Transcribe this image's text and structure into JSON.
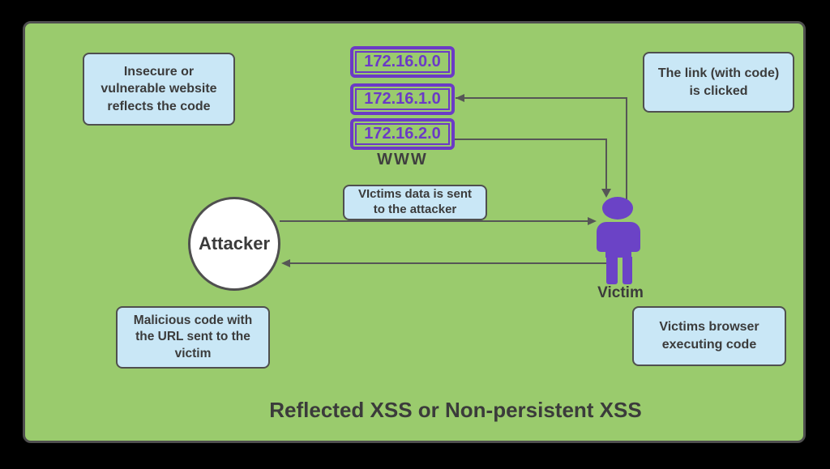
{
  "diagram": {
    "title": "Reflected XSS or Non-persistent XSS",
    "colors": {
      "background": "#000000",
      "panel_green": "#9acb6d",
      "note_blue": "#c9e7f6",
      "accent_purple": "#6b3ac6",
      "border_gray": "#4f4f4f",
      "connector_gray": "#565656",
      "text_dark": "#3b3b3b"
    },
    "notes": {
      "insecure": "Insecure or vulnerable website reflects the code",
      "link_clicked": "The link (with code) is clicked",
      "victims_data": "VIctims data is sent to the attacker",
      "malicious": "Malicious code with the URL sent to the victim",
      "browser": "Victims browser executing code"
    },
    "web_servers": {
      "ips": [
        "172.16.0.0",
        "172.16.1.0",
        "172.16.2.0"
      ],
      "label": "WWW"
    },
    "actors": {
      "attacker": "Attacker",
      "victim": "Victim"
    }
  }
}
